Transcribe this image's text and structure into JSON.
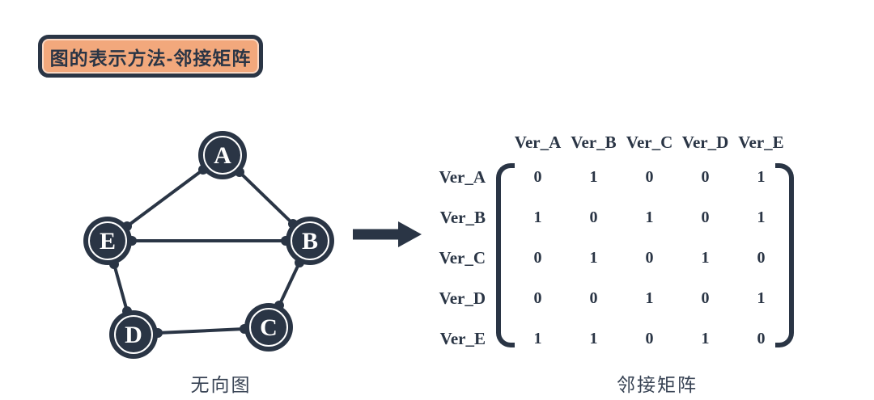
{
  "title_badge": {
    "text": "图的表示方法-邻接矩阵",
    "bg_color": "#F2A87C",
    "border_color": "#2A3545"
  },
  "colors": {
    "dark_navy": "#2A3545",
    "background": "#FFFFFF"
  },
  "graph": {
    "caption": "无向图",
    "nodes": [
      {
        "id": "A",
        "label": "A"
      },
      {
        "id": "B",
        "label": "B"
      },
      {
        "id": "C",
        "label": "C"
      },
      {
        "id": "D",
        "label": "D"
      },
      {
        "id": "E",
        "label": "E"
      }
    ],
    "edges": [
      [
        "A",
        "E"
      ],
      [
        "A",
        "B"
      ],
      [
        "E",
        "B"
      ],
      [
        "E",
        "D"
      ],
      [
        "D",
        "C"
      ],
      [
        "C",
        "B"
      ]
    ]
  },
  "matrix": {
    "caption": "邻接矩阵",
    "column_headers": [
      "Ver_A",
      "Ver_B",
      "Ver_C",
      "Ver_D",
      "Ver_E"
    ],
    "row_labels": [
      "Ver_A",
      "Ver_B",
      "Ver_C",
      "Ver_D",
      "Ver_E"
    ],
    "rows": [
      [
        0,
        1,
        0,
        0,
        1
      ],
      [
        1,
        0,
        1,
        0,
        1
      ],
      [
        0,
        1,
        0,
        1,
        0
      ],
      [
        0,
        0,
        1,
        0,
        1
      ],
      [
        1,
        1,
        0,
        1,
        0
      ]
    ]
  }
}
